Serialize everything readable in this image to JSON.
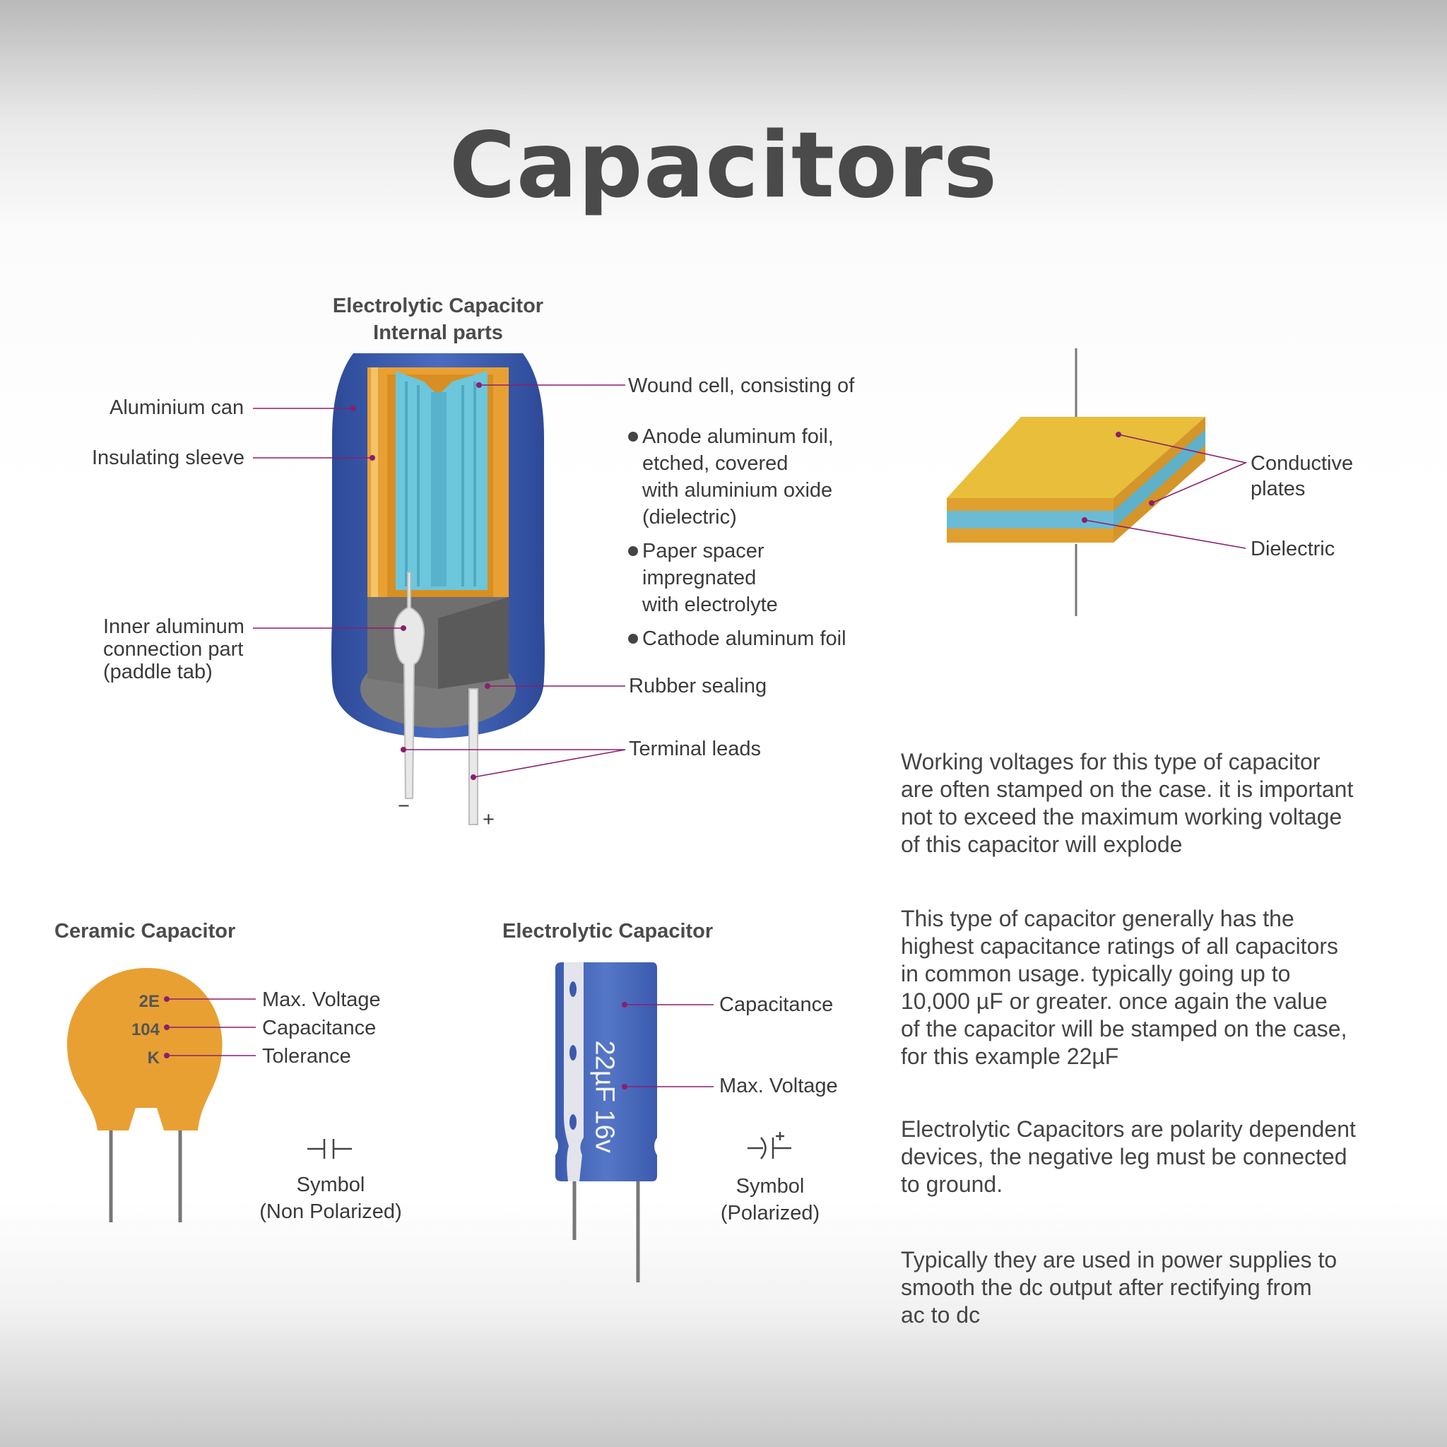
{
  "title": "Capacitors",
  "internal": {
    "heading_line1": "Electrolytic Capacitor",
    "heading_line2": "Internal parts",
    "labels": {
      "aluminium_can": "Aluminium can",
      "insulating_sleeve": "Insulating sleeve",
      "inner_aluminum": [
        "Inner aluminum",
        "connection part",
        "(paddle tab)"
      ],
      "wound_cell": "Wound cell, consisting of",
      "anode": [
        "Anode aluminum foil,",
        "etched, covered",
        "with aluminium oxide",
        "(dielectric)"
      ],
      "paper_spacer": [
        "Paper spacer",
        "impregnated",
        "with electrolyte"
      ],
      "cathode": "Cathode aluminum foil",
      "rubber_sealing": "Rubber sealing",
      "terminal_leads": "Terminal leads",
      "minus": "−",
      "plus": "+"
    }
  },
  "plates": {
    "conductive": [
      "Conductive",
      "plates"
    ],
    "dielectric": "Dielectric"
  },
  "ceramic": {
    "heading": "Ceramic Capacitor",
    "marks": [
      "2E",
      "104",
      "K"
    ],
    "labels": [
      "Max. Voltage",
      "Capacitance",
      "Tolerance"
    ],
    "symbol_caption": [
      "Symbol",
      "(Non Polarized)"
    ]
  },
  "electrolytic": {
    "heading": "Electrolytic Capacitor",
    "stamp": "22µF 16v",
    "labels": [
      "Capacitance",
      "Max. Voltage"
    ],
    "symbol_caption": [
      "Symbol",
      "(Polarized)"
    ]
  },
  "paragraphs": [
    [
      "Working voltages for this type of capacitor",
      "are often stamped on the case. it is important",
      "not to exceed the maximum working voltage",
      "of this capacitor will explode"
    ],
    [
      "This type of capacitor generally has the",
      "highest capacitance ratings of all capacitors",
      "in common usage. typically going up to",
      "10,000 µF or greater. once again the value",
      "of the capacitor will be stamped on the case,",
      "for this example 22µF"
    ],
    [
      "Electrolytic Capacitors are polarity dependent",
      "devices, the negative leg must be connected",
      "to ground."
    ],
    [
      "Typically they are used in power supplies to",
      "smooth the dc output after rectifying from",
      "ac to dc"
    ]
  ],
  "colors": {
    "can_blue": "#3f5fb0",
    "orange": "#e8a033",
    "cyan": "#6cc6dc",
    "gold": "#e8be3a",
    "leader": "#8a1f6e"
  }
}
